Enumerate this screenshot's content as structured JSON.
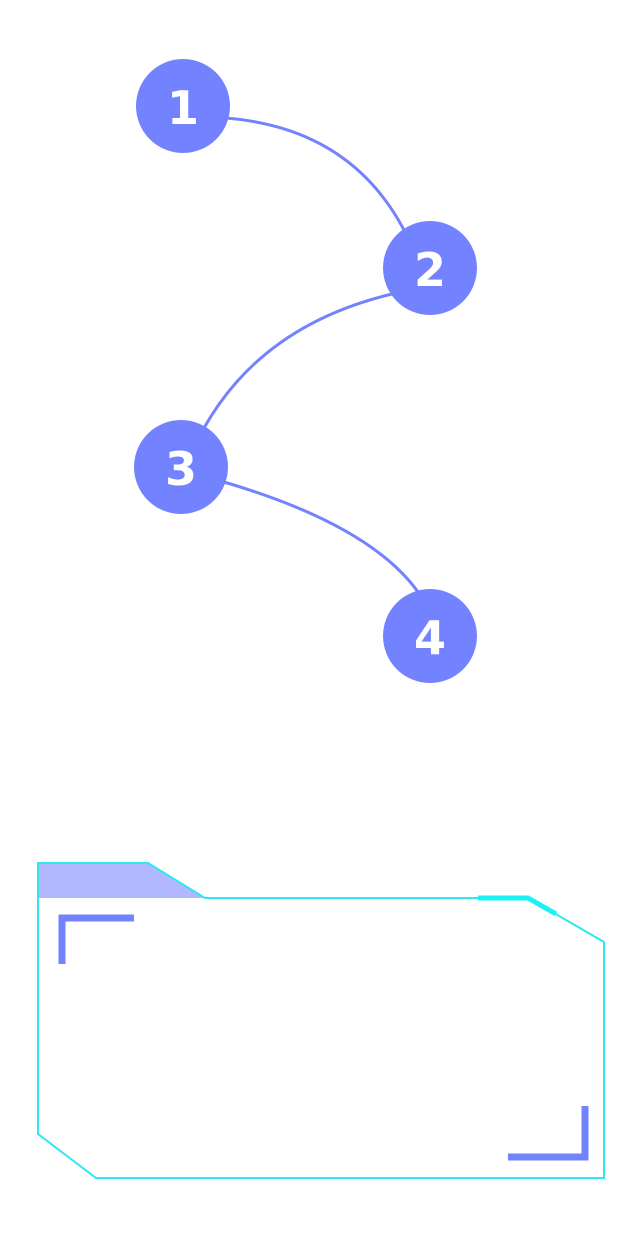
{
  "colors": {
    "accent": "#7382ff",
    "accent_light": "#b2b8ff",
    "frame": "#2ee8ef",
    "highlight": "#1ff0f6",
    "label": "#ffffff",
    "background": "#ffffff"
  },
  "steps": [
    {
      "label": "1"
    },
    {
      "label": "2"
    },
    {
      "label": "3"
    },
    {
      "label": "4"
    }
  ]
}
